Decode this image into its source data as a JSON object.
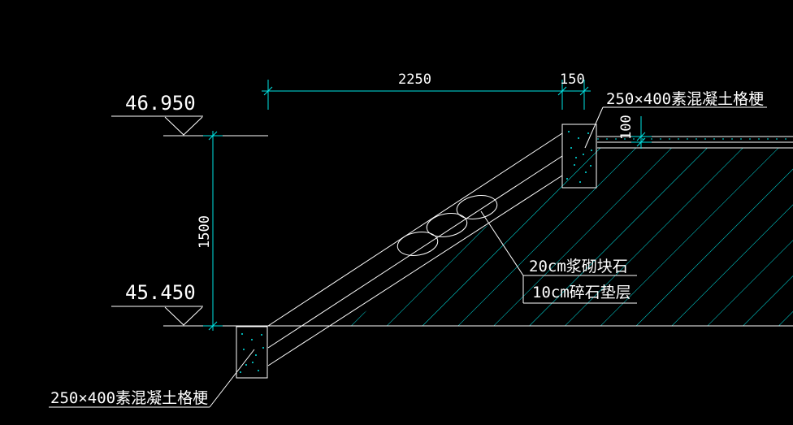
{
  "drawing": {
    "background": "#000000",
    "line_color": "#ffffff",
    "dimension_color": "#00e5e5",
    "elevations": {
      "top": "46.950",
      "bottom": "45.450"
    },
    "dimensions": {
      "horizontal": "2250",
      "beam_width": "150",
      "vertical": "1500",
      "cap_thickness": "100"
    },
    "labels": {
      "top_beam": "250×400素混凝土格梗",
      "bottom_beam": "250×400素混凝土格梗",
      "stone_layer": "20cm浆砌块石",
      "gravel_layer": "10cm碎石垫层"
    }
  }
}
